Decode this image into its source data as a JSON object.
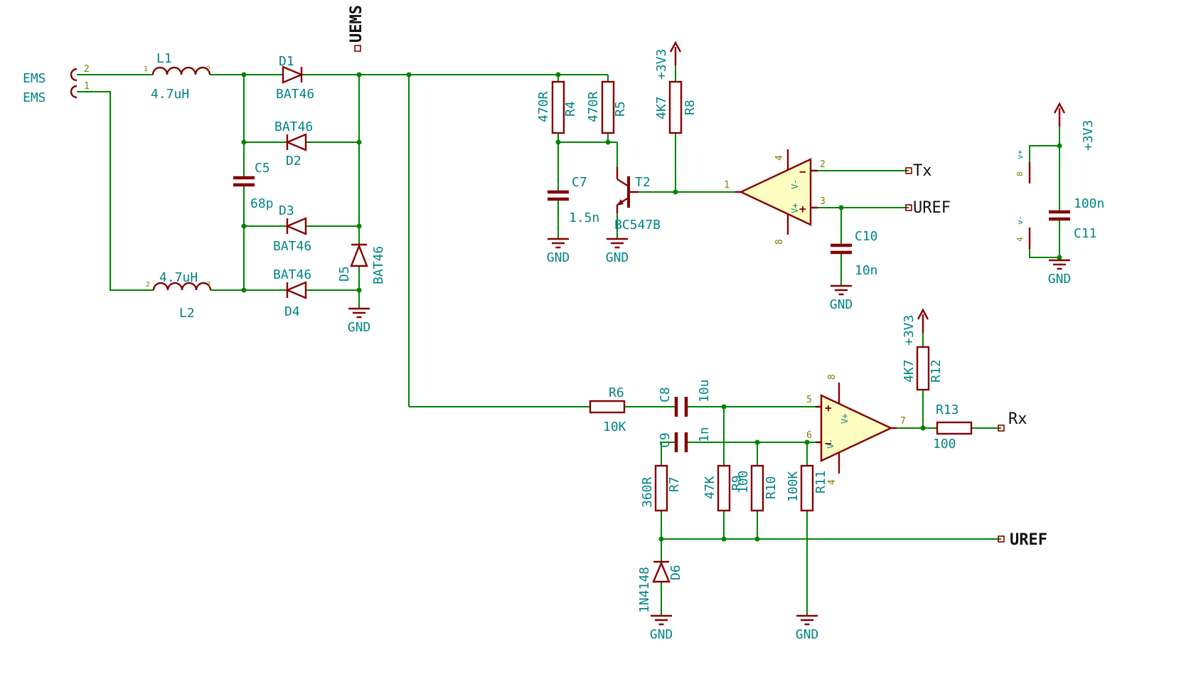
{
  "colors": {
    "wire": "#008400",
    "symbol": "#840000",
    "field_text": "#008484",
    "label_text": "#111111",
    "pin_number": "#7e7e00",
    "opamp_fill": "#fffec2",
    "background": "#ffffff"
  },
  "net_labels": {
    "uems": "UEMS",
    "tx": "Tx",
    "uref": "UREF",
    "rx": "Rx",
    "uref_bus": "UREF"
  },
  "power": {
    "vcc": "+3V3",
    "gnd": "GND"
  },
  "connector": {
    "name_top": "EMS",
    "name_bottom": "EMS",
    "pin_top": "2",
    "pin_bottom": "1"
  },
  "comp": {
    "l1": {
      "ref": "L1",
      "val": "4.7uH",
      "pin_left": "1",
      "pin_right": "2"
    },
    "l2": {
      "ref": "L2",
      "val": "4.7uH",
      "pin_left": "2",
      "pin_right": "1"
    },
    "d1": {
      "ref": "D1",
      "val": "BAT46"
    },
    "d2": {
      "ref": "D2",
      "val": "BAT46"
    },
    "d3": {
      "ref": "D3",
      "val": "BAT46"
    },
    "d4": {
      "ref": "D4",
      "val": "BAT46"
    },
    "d5": {
      "ref": "D5",
      "val": "BAT46"
    },
    "d6": {
      "ref": "D6",
      "val": "1N4148"
    },
    "c5": {
      "ref": "C5",
      "val": "68p"
    },
    "c7": {
      "ref": "C7",
      "val": "1.5n"
    },
    "c8": {
      "ref": "C8",
      "val": "10u"
    },
    "c9": {
      "ref": "C9",
      "val": "1n"
    },
    "c10": {
      "ref": "C10",
      "val": "10n"
    },
    "c11": {
      "ref": "C11",
      "val": "100n"
    },
    "r4": {
      "ref": "R4",
      "val": "470R"
    },
    "r5": {
      "ref": "R5",
      "val": "470R"
    },
    "r6": {
      "ref": "R6",
      "val": "10K"
    },
    "r7": {
      "ref": "R7",
      "val": "360R"
    },
    "r8": {
      "ref": "R8",
      "val": "4K7"
    },
    "r9": {
      "ref": "R9",
      "val": "47K"
    },
    "r10": {
      "ref": "R10",
      "val": "100"
    },
    "r11": {
      "ref": "R11",
      "val": "100K"
    },
    "r12": {
      "ref": "R12",
      "val": "4K7"
    },
    "r13": {
      "ref": "R13",
      "val": "100"
    },
    "t2": {
      "ref": "T2",
      "val": "BC547B"
    }
  },
  "u1": {
    "pin_out": "1",
    "pin_in_minus": "2",
    "pin_in_plus": "3",
    "pin_vminus": "4",
    "pin_vplus": "8",
    "name_vminus": "V-",
    "name_vplus": "V+",
    "mark_minus": "−",
    "mark_plus": "+"
  },
  "u2": {
    "pin_in_plus": "5",
    "pin_in_minus": "6",
    "pin_out": "7",
    "pin_vplus": "8",
    "pin_vminus": "4",
    "name_vplus": "V+",
    "name_vminus": "V-",
    "mark_plus": "+",
    "mark_minus": "−"
  },
  "u_pwr": {
    "pin_vplus": "8",
    "pin_vminus": "4",
    "name_vplus": "v+",
    "name_vminus": "v-"
  }
}
